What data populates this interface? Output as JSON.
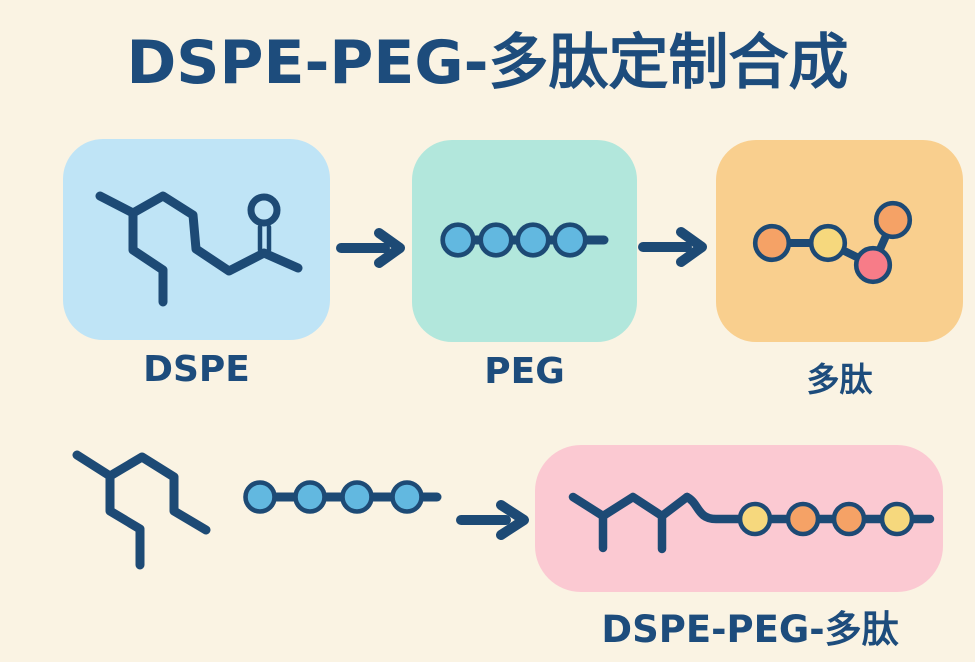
{
  "title": "DSPE-PEG-多肽定制合成",
  "colors": {
    "background": "#FAF3E3",
    "navy": "#1D4A75",
    "title_navy": "#1D4C7C",
    "dspe_box": "#BFE4F6",
    "peg_box": "#B2E7DC",
    "peptide_box": "#F9CF8E",
    "product_box": "#FBC9D2",
    "peg_bead": "#62B8E0",
    "bead_orange": "#F5A266",
    "bead_yellow": "#F6D87D",
    "bead_pink": "#F77C88"
  },
  "diagram": {
    "top_row": {
      "dspe_label": "DSPE",
      "peg_label": "PEG",
      "peptide_label": "多肽"
    },
    "bottom_row": {
      "product_label": "DSPE-PEG-多肽"
    }
  }
}
